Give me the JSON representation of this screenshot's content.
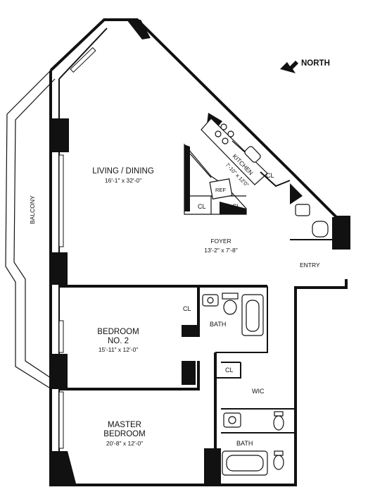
{
  "compass": {
    "label": "NORTH"
  },
  "balcony": {
    "label": "BALCONY"
  },
  "living": {
    "name": "LIVING / DINING",
    "size": "16'-1\" x 32'-0\""
  },
  "kitchen": {
    "name": "KITCHEN",
    "size": "7'-10\" x 12'0\"",
    "ref_label": "REF"
  },
  "foyer": {
    "name": "FOYER",
    "size": "13'-2\" x 7'-8\""
  },
  "entry": {
    "label": "ENTRY"
  },
  "bedroom2": {
    "name_line1": "BEDROOM",
    "name_line2": "NO. 2",
    "size": "15'-11\" x 12'-0\""
  },
  "master": {
    "name_line1": "MASTER",
    "name_line2": "BEDROOM",
    "size": "20'-8\" x 12'-0\""
  },
  "bath1": {
    "label": "BATH"
  },
  "bath2": {
    "label": "BATH"
  },
  "wic": {
    "label": "WIC"
  },
  "closets": {
    "kitchen_right": "CL",
    "foyer_left": "CL",
    "foyer_right": "CL",
    "bedroom": "CL",
    "wic": "CL"
  }
}
